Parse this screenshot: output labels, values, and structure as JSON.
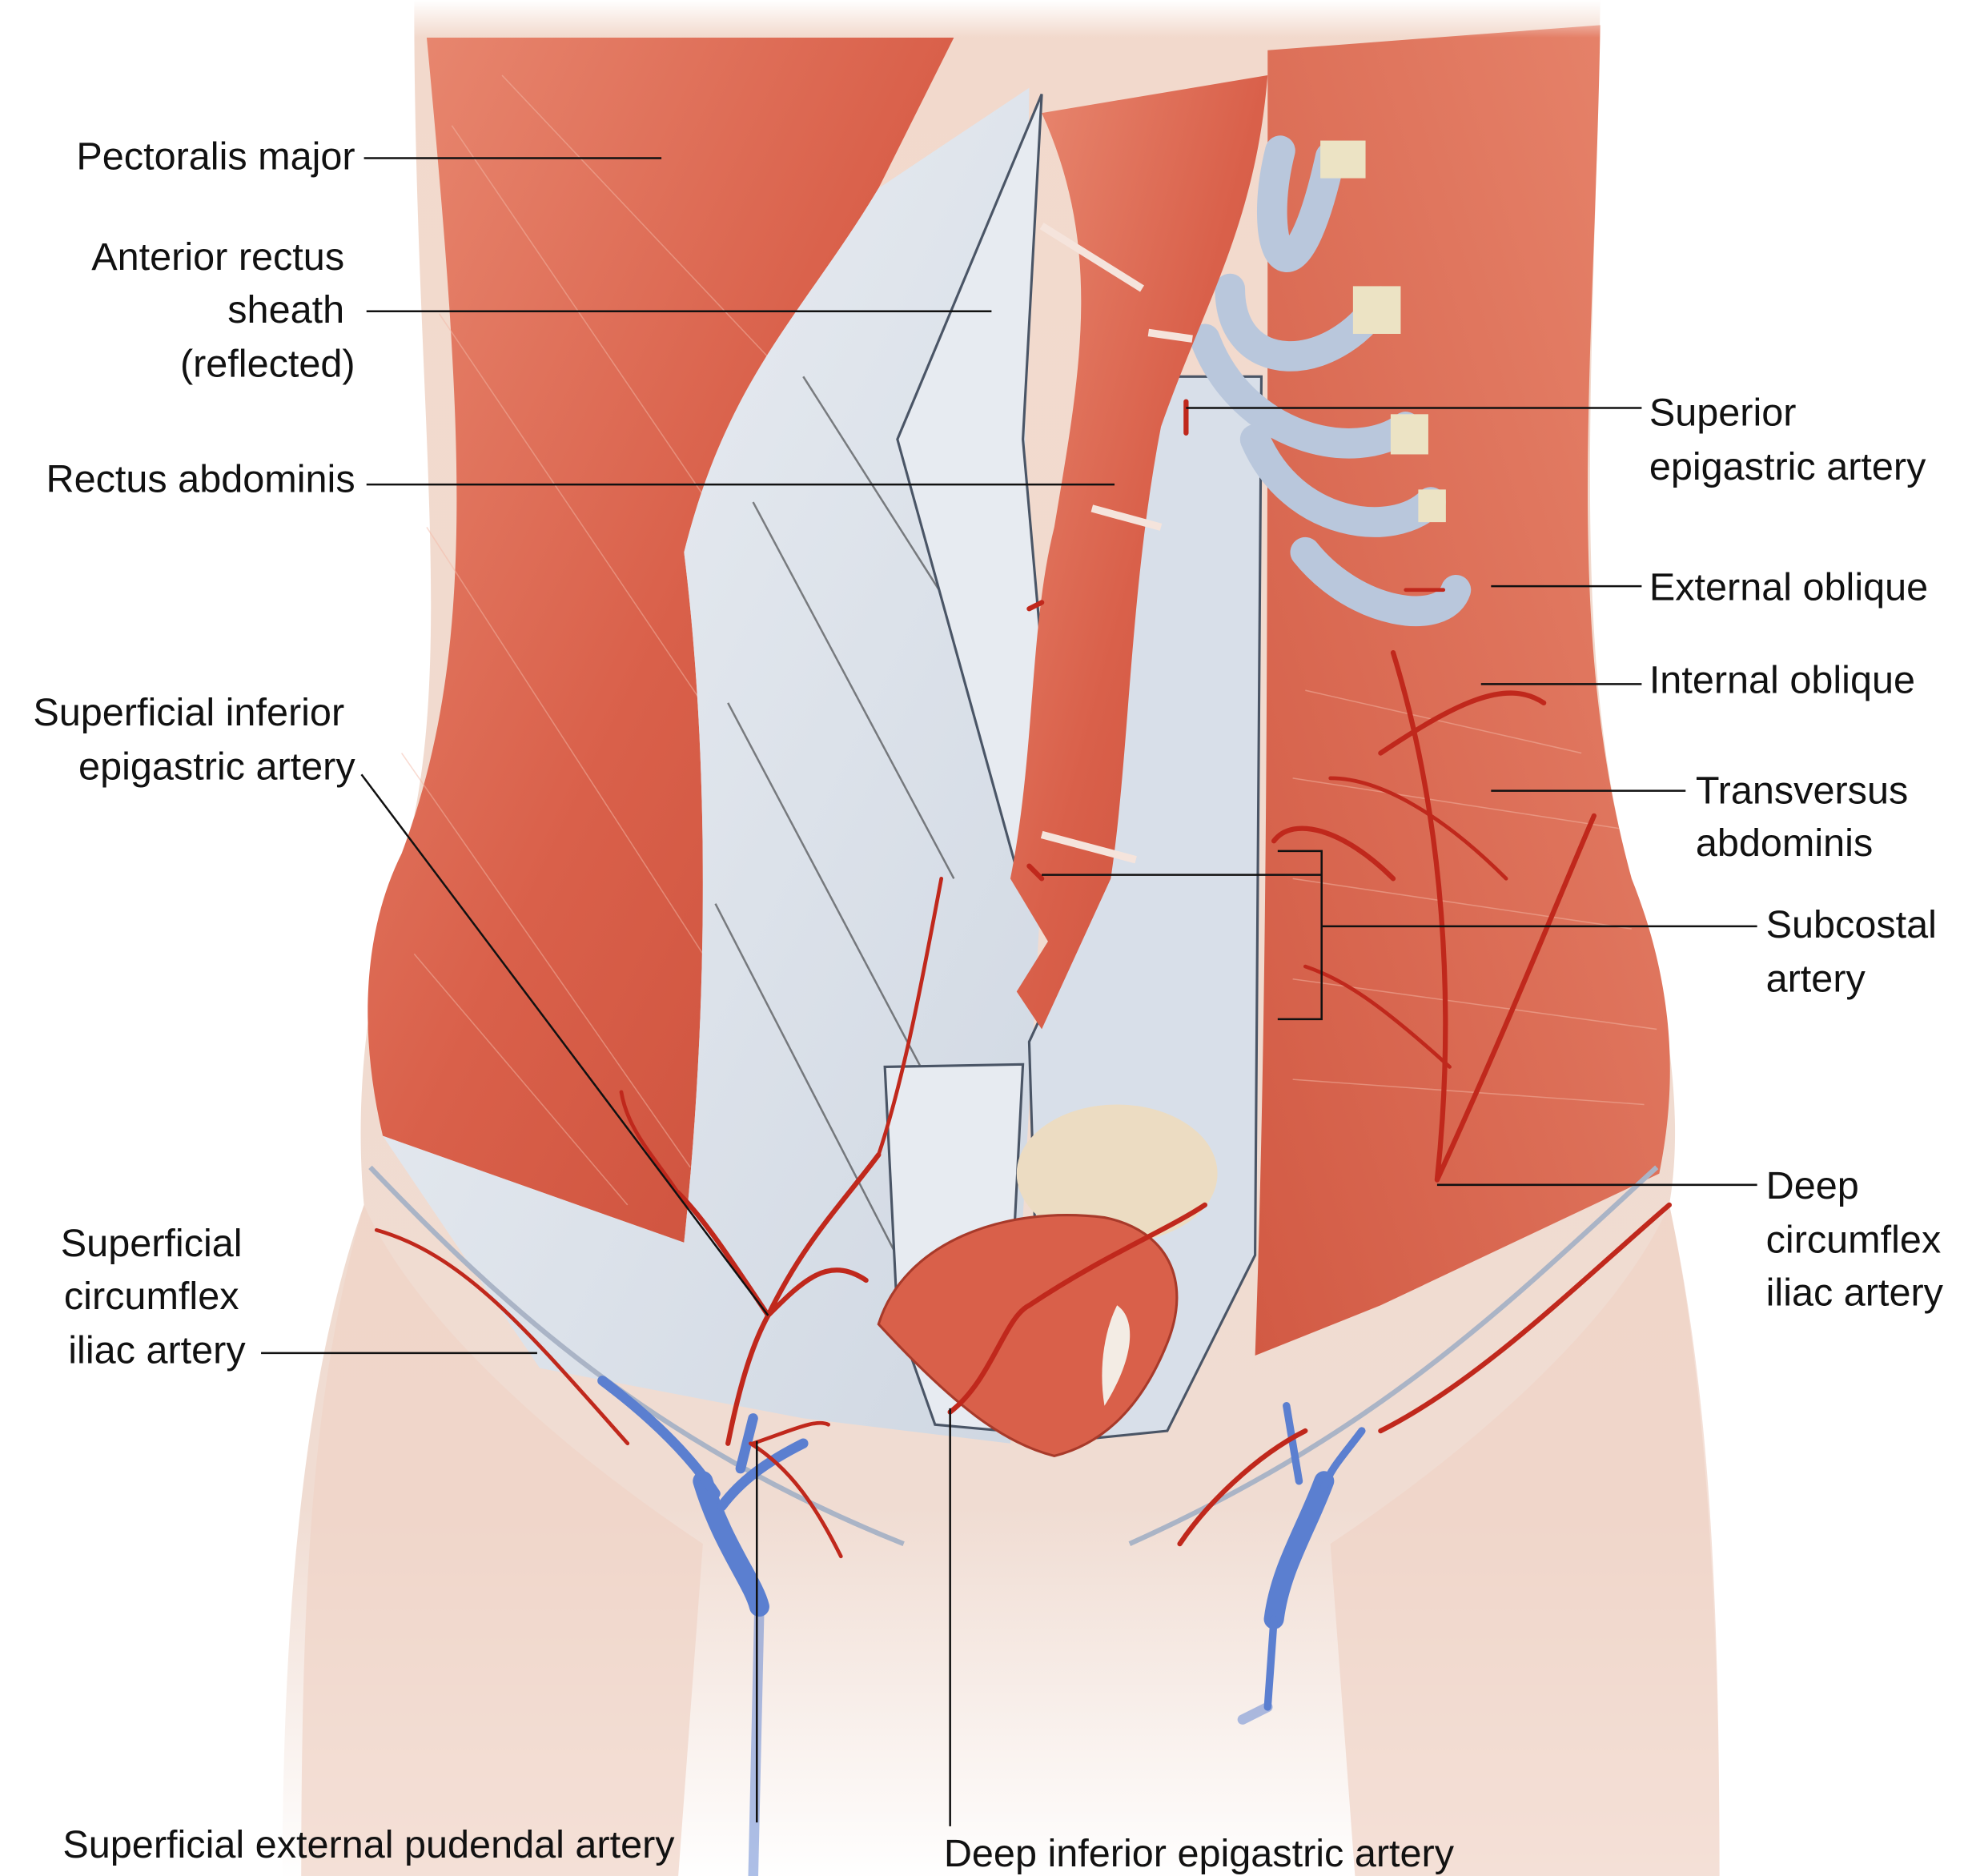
{
  "labels": {
    "pectoralis_major": "Pectoralis major",
    "anterior_rectus_sheath": [
      "Anterior rectus",
      "sheath",
      "(reflected)"
    ],
    "rectus_abdominis": "Rectus abdominis",
    "superficial_inferior_epigastric": [
      "Superficial inferior",
      "epigastric artery"
    ],
    "superficial_circumflex_iliac": [
      "Superficial",
      "circumflex",
      "iliac artery"
    ],
    "superficial_external_pudendal": "Superficial external pudendal artery",
    "deep_inferior_epigastric": "Deep inferior epigastric artery",
    "superior_epigastric": [
      "Superior",
      "epigastric artery"
    ],
    "external_oblique": "External oblique",
    "internal_oblique": "Internal oblique",
    "transversus_abdominis": [
      "Transversus",
      "abdominis"
    ],
    "subcostal_artery": [
      "Subcostal",
      "artery"
    ],
    "deep_circumflex_iliac": [
      "Deep",
      "circumflex",
      "iliac artery"
    ]
  },
  "colors": {
    "muscle": "#d9604a",
    "aponeurosis": "#dfe5ec",
    "artery": "#c0281c",
    "vein": "#5b7fd0",
    "skin": "#f2d9cc"
  }
}
